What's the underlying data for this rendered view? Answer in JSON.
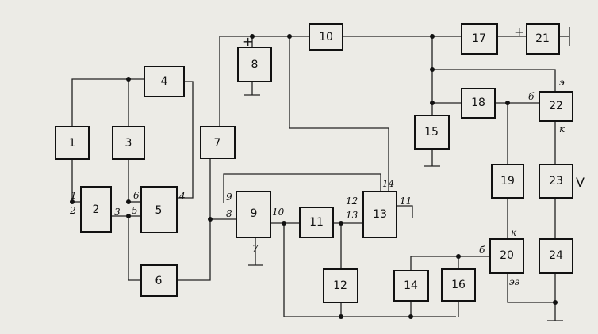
{
  "blocks": [
    {
      "id": "b1",
      "label": "1"
    },
    {
      "id": "b2",
      "label": "2"
    },
    {
      "id": "b3",
      "label": "3"
    },
    {
      "id": "b4",
      "label": "4"
    },
    {
      "id": "b5",
      "label": "5"
    },
    {
      "id": "b6",
      "label": "6"
    },
    {
      "id": "b7",
      "label": "7"
    },
    {
      "id": "b8",
      "label": "8"
    },
    {
      "id": "b9",
      "label": "9"
    },
    {
      "id": "b10",
      "label": "10"
    },
    {
      "id": "b11",
      "label": "11"
    },
    {
      "id": "b12",
      "label": "12"
    },
    {
      "id": "b13",
      "label": "13"
    },
    {
      "id": "b14",
      "label": "14"
    },
    {
      "id": "b15",
      "label": "15"
    },
    {
      "id": "b16",
      "label": "16"
    },
    {
      "id": "b17",
      "label": "17"
    },
    {
      "id": "b18",
      "label": "18"
    },
    {
      "id": "b19",
      "label": "19"
    },
    {
      "id": "b20",
      "label": "20"
    },
    {
      "id": "b21",
      "label": "21"
    },
    {
      "id": "b22",
      "label": "22"
    },
    {
      "id": "b23",
      "label": "23"
    },
    {
      "id": "b24",
      "label": "24"
    }
  ],
  "pins": {
    "b2_in1": "1",
    "b2_in2": "2",
    "b2_out": "3",
    "b5_in6": "6",
    "b5_in5": "5",
    "b5_out4": "4",
    "b9_in9": "9",
    "b9_in8": "8",
    "b9_out10": "10",
    "b9_gnd": "7",
    "b13_in12": "12",
    "b13_in13": "13",
    "b13_in14": "14",
    "b13_out11": "11",
    "b22_e": "э",
    "b22_b": "б",
    "b22_k": "к",
    "b20_k": "к",
    "b20_b": "б",
    "b20_ee": "ээ"
  },
  "symbols": {
    "plus_8": "+",
    "plus_21": "+",
    "v_23": "V"
  }
}
